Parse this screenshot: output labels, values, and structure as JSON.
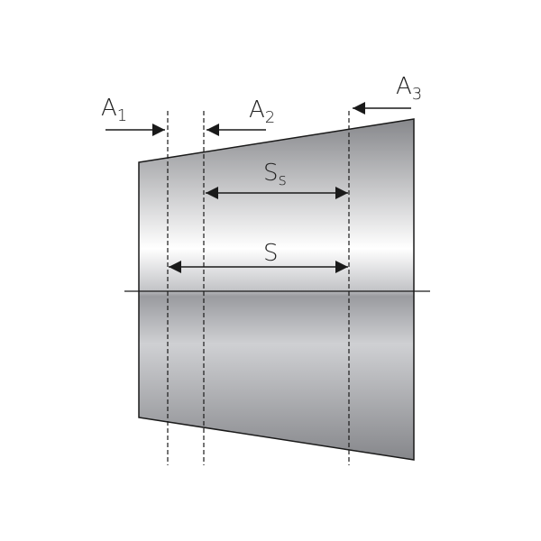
{
  "labels": {
    "a1": {
      "main": "A",
      "sub": "1"
    },
    "a2": {
      "main": "A",
      "sub": "2"
    },
    "a3": {
      "main": "A",
      "sub": "3"
    },
    "ss": {
      "main": "S",
      "sub": "s"
    },
    "s": {
      "main": "S"
    }
  },
  "colors": {
    "dark": "#85868a",
    "light": "#ffffff",
    "line": "#1a1a1a"
  }
}
